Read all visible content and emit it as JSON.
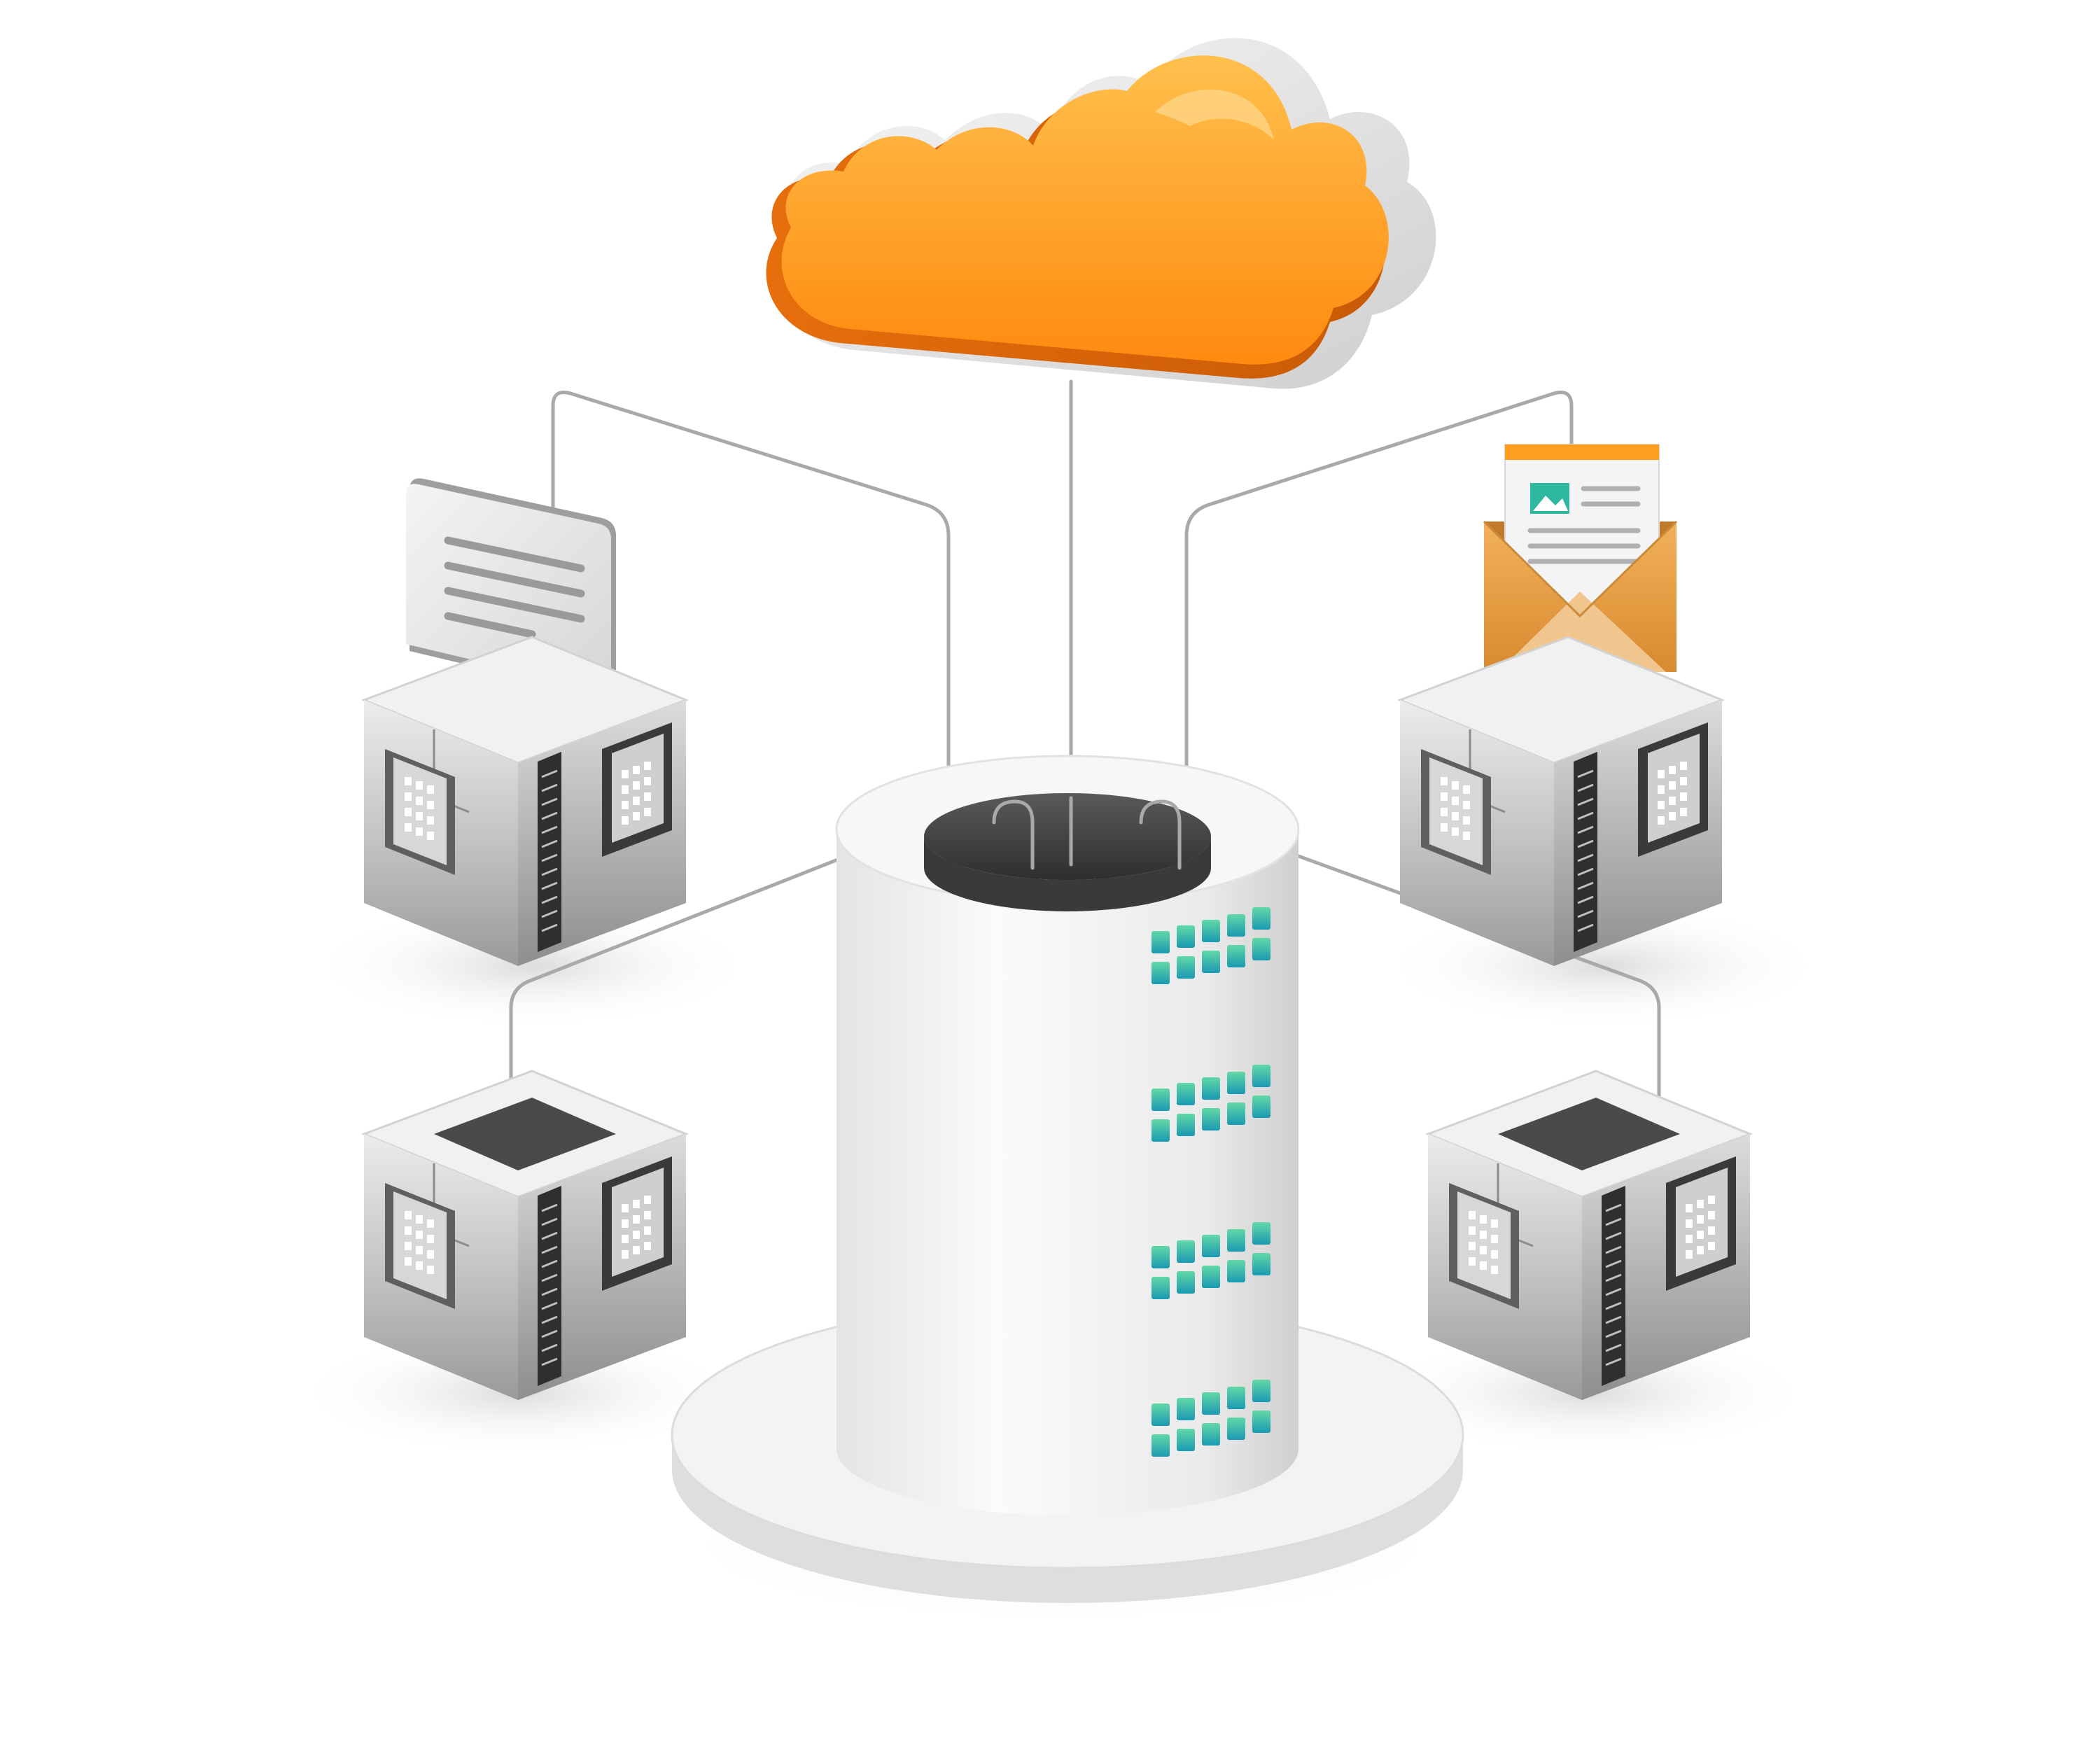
{
  "colors": {
    "background": "#ffffff",
    "cloud_light": "#ffc860",
    "cloud_dark": "#ff8a10",
    "cloud_edge": "#d9650a",
    "metal_light": "#f2f2f2",
    "metal_mid": "#c8c8c8",
    "metal_dark": "#8a8a8a",
    "cylinder_white": "#f4f4f4",
    "cylinder_shade": "#dcdcdc",
    "led_top": "#5fd3a8",
    "led_bottom": "#1c9fb0",
    "envelope": "#e8a24a",
    "envelope_dark": "#c9812e",
    "doc_bar": "#ff9d1f",
    "image_icon": "#2fb8a0",
    "wire": "#a9a9a9",
    "shadow": "#e6e6e6"
  },
  "nodes": [
    {
      "id": "cloud",
      "icon": "cloud-icon"
    },
    {
      "id": "database",
      "icon": "database-server-icon",
      "tiers": 4
    },
    {
      "id": "server-top-left",
      "icon": "server-box-icon",
      "payload": "text-document-icon"
    },
    {
      "id": "server-top-right",
      "icon": "server-box-icon",
      "payload": "mail-envelope-icon"
    },
    {
      "id": "server-bottom-left",
      "icon": "server-box-icon",
      "payload": "none"
    },
    {
      "id": "server-bottom-right",
      "icon": "server-box-icon",
      "payload": "none"
    }
  ],
  "links": [
    {
      "from": "cloud",
      "to": "database"
    },
    {
      "from": "server-top-left",
      "to": "database"
    },
    {
      "from": "server-top-right",
      "to": "database"
    },
    {
      "from": "server-bottom-left",
      "to": "database"
    },
    {
      "from": "server-bottom-right",
      "to": "database"
    }
  ]
}
